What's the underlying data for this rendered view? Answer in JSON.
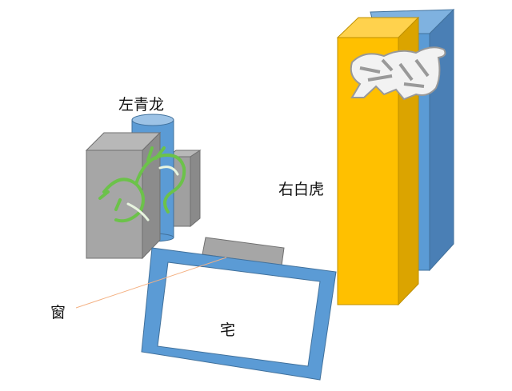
{
  "labels": {
    "left_dragon": "左青龙",
    "right_tiger": "右白虎",
    "window": "窗",
    "house": "宅"
  },
  "colors": {
    "blue": "#5b9bd5",
    "yellow": "#ffc000",
    "gray": "#a6a6a6",
    "dragon": "#6cc24a",
    "pointer_line": "#f4b183"
  },
  "icons": [
    "dragon-icon",
    "tiger-icon"
  ]
}
